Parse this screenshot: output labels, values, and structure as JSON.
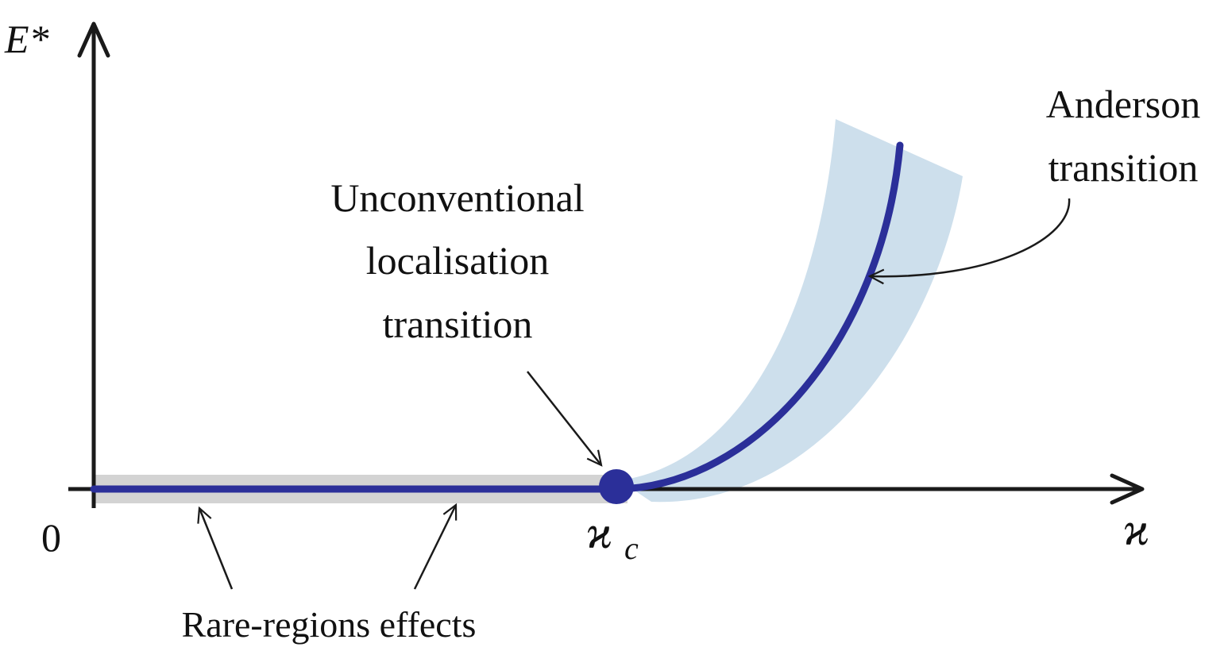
{
  "axes": {
    "y_label": "E*",
    "x_label": "ϰ",
    "origin_label": "0",
    "critical_label": "ϰ",
    "critical_subscript": "c"
  },
  "annotations": {
    "unconventional": [
      "Unconventional",
      "localisation",
      "transition"
    ],
    "anderson": [
      "Anderson",
      "transition"
    ],
    "rare_regions": "Rare-regions effects"
  },
  "colors": {
    "curve": "#2b2f99",
    "anderson_band": "#cddfec",
    "rare_band": "#d3d3d3",
    "axis": "#1a1a1a",
    "critical_point": "#2b2f99"
  }
}
